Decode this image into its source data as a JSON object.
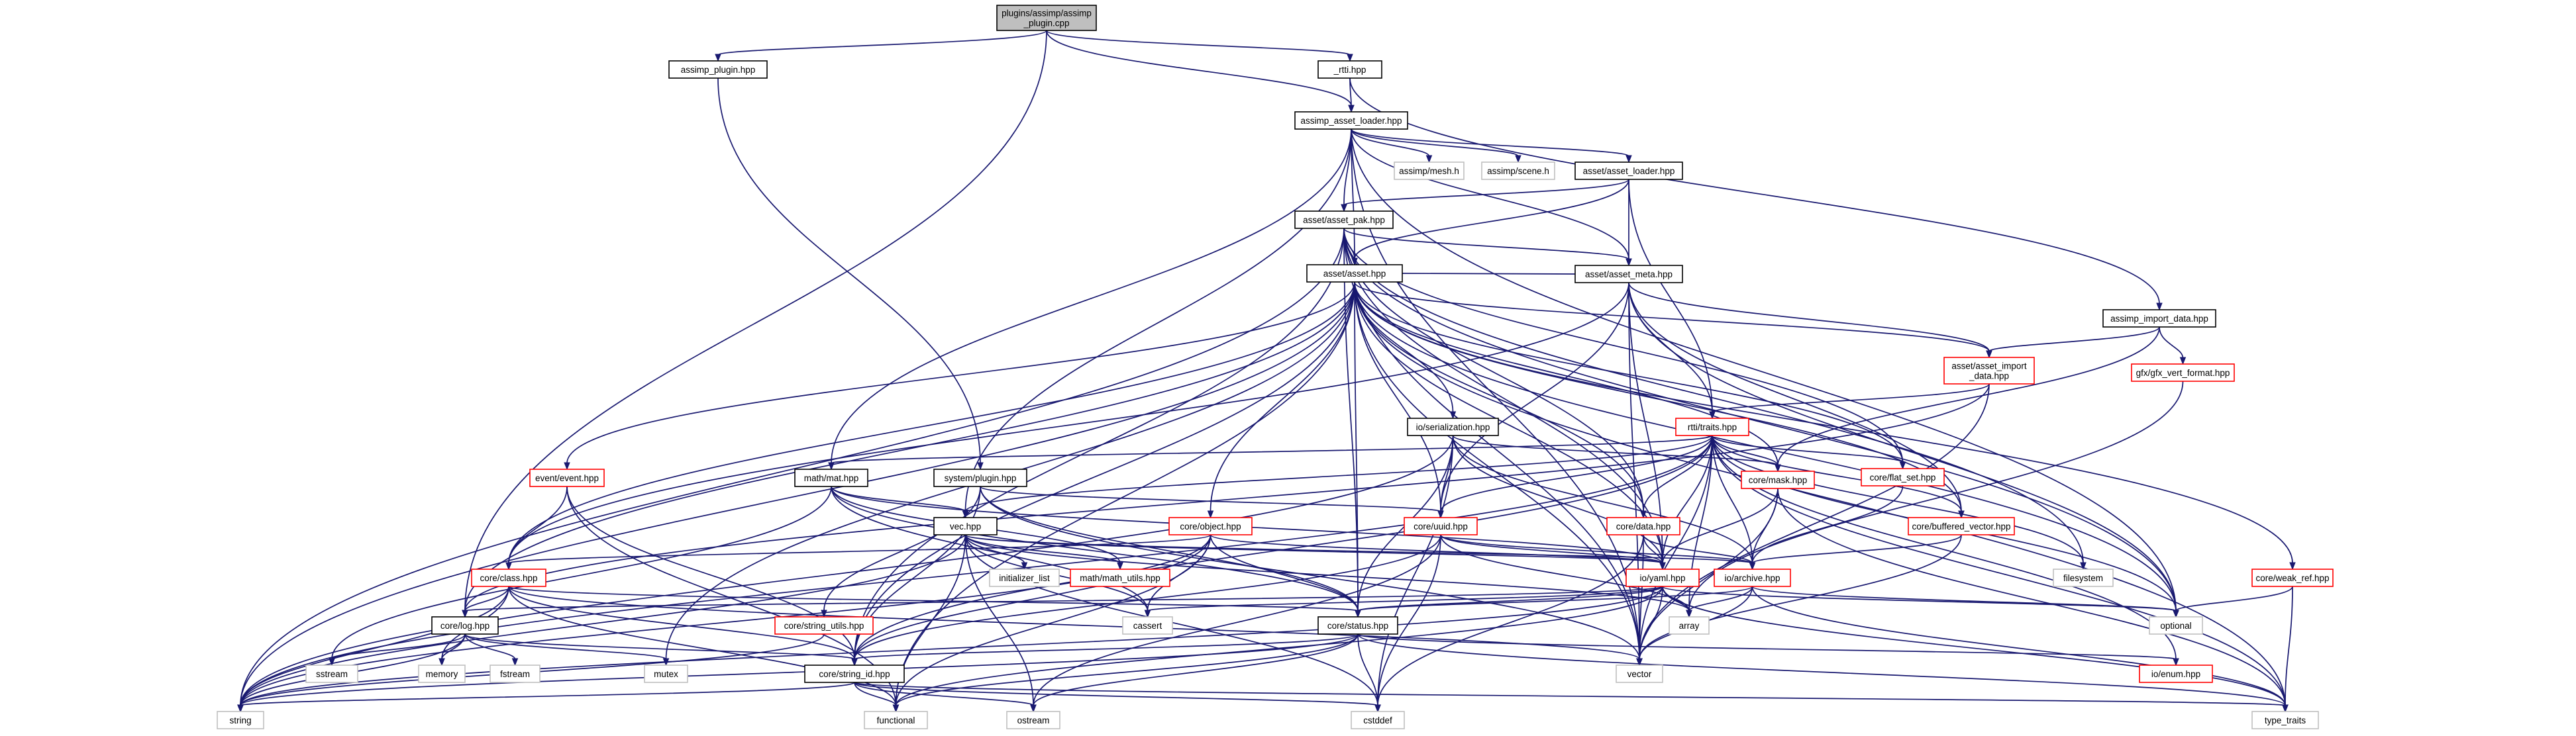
{
  "nodes": [
    {
      "id": "root",
      "lines": [
        "plugins/assimp/assimp",
        "_plugin.cpp"
      ],
      "style": "root"
    },
    {
      "id": "assimp_plugin",
      "lines": [
        "assimp_plugin.hpp"
      ],
      "style": "black"
    },
    {
      "id": "rtti",
      "lines": [
        "_rtti.hpp"
      ],
      "style": "black"
    },
    {
      "id": "assimp_asset_loader",
      "lines": [
        "assimp_asset_loader.hpp"
      ],
      "style": "black"
    },
    {
      "id": "assimp_mesh",
      "lines": [
        "assimp/mesh.h"
      ],
      "style": "grey"
    },
    {
      "id": "assimp_scene",
      "lines": [
        "assimp/scene.h"
      ],
      "style": "grey"
    },
    {
      "id": "asset_loader",
      "lines": [
        "asset/asset_loader.hpp"
      ],
      "style": "black"
    },
    {
      "id": "asset_pak",
      "lines": [
        "asset/asset_pak.hpp"
      ],
      "style": "black"
    },
    {
      "id": "asset_meta",
      "lines": [
        "asset/asset_meta.hpp"
      ],
      "style": "black"
    },
    {
      "id": "asset",
      "lines": [
        "asset/asset.hpp"
      ],
      "style": "black"
    },
    {
      "id": "assimp_import_data",
      "lines": [
        "assimp_import_data.hpp"
      ],
      "style": "black"
    },
    {
      "id": "asset_import_data",
      "lines": [
        "asset/asset_import",
        "_data.hpp"
      ],
      "style": "red"
    },
    {
      "id": "gfx_vert_format",
      "lines": [
        "gfx/gfx_vert_format.hpp"
      ],
      "style": "red"
    },
    {
      "id": "serialization",
      "lines": [
        "io/serialization.hpp"
      ],
      "style": "black"
    },
    {
      "id": "rtti_traits",
      "lines": [
        "rtti/traits.hpp"
      ],
      "style": "red"
    },
    {
      "id": "event",
      "lines": [
        "event/event.hpp"
      ],
      "style": "red"
    },
    {
      "id": "math_mat",
      "lines": [
        "math/mat.hpp"
      ],
      "style": "black"
    },
    {
      "id": "system_plugin",
      "lines": [
        "system/plugin.hpp"
      ],
      "style": "black"
    },
    {
      "id": "core_mask",
      "lines": [
        "core/mask.hpp"
      ],
      "style": "red"
    },
    {
      "id": "core_flat_set",
      "lines": [
        "core/flat_set.hpp"
      ],
      "style": "red"
    },
    {
      "id": "vec",
      "lines": [
        "vec.hpp"
      ],
      "style": "black"
    },
    {
      "id": "core_object",
      "lines": [
        "core/object.hpp"
      ],
      "style": "red"
    },
    {
      "id": "core_uuid",
      "lines": [
        "core/uuid.hpp"
      ],
      "style": "red"
    },
    {
      "id": "core_data",
      "lines": [
        "core/data.hpp"
      ],
      "style": "red"
    },
    {
      "id": "core_buffered_vector",
      "lines": [
        "core/buffered_vector.hpp"
      ],
      "style": "red"
    },
    {
      "id": "core_class",
      "lines": [
        "core/class.hpp"
      ],
      "style": "red"
    },
    {
      "id": "initializer_list",
      "lines": [
        "initializer_list"
      ],
      "style": "grey"
    },
    {
      "id": "math_utils",
      "lines": [
        "math/math_utils.hpp"
      ],
      "style": "red"
    },
    {
      "id": "io_yaml",
      "lines": [
        "io/yaml.hpp"
      ],
      "style": "red"
    },
    {
      "id": "io_archive",
      "lines": [
        "io/archive.hpp"
      ],
      "style": "red"
    },
    {
      "id": "filesystem",
      "lines": [
        "filesystem"
      ],
      "style": "grey"
    },
    {
      "id": "core_weak_ref",
      "lines": [
        "core/weak_ref.hpp"
      ],
      "style": "red"
    },
    {
      "id": "core_log",
      "lines": [
        "core/log.hpp"
      ],
      "style": "black"
    },
    {
      "id": "core_string_utils",
      "lines": [
        "core/string_utils.hpp"
      ],
      "style": "red"
    },
    {
      "id": "cassert",
      "lines": [
        "cassert"
      ],
      "style": "grey"
    },
    {
      "id": "core_status",
      "lines": [
        "core/status.hpp"
      ],
      "style": "black"
    },
    {
      "id": "array",
      "lines": [
        "array"
      ],
      "style": "grey"
    },
    {
      "id": "optional",
      "lines": [
        "optional"
      ],
      "style": "grey"
    },
    {
      "id": "sstream",
      "lines": [
        "sstream"
      ],
      "style": "grey"
    },
    {
      "id": "memory",
      "lines": [
        "memory"
      ],
      "style": "grey"
    },
    {
      "id": "fstream",
      "lines": [
        "fstream"
      ],
      "style": "grey"
    },
    {
      "id": "mutex",
      "lines": [
        "mutex"
      ],
      "style": "grey"
    },
    {
      "id": "vector",
      "lines": [
        "vector"
      ],
      "style": "grey"
    },
    {
      "id": "io_enum",
      "lines": [
        "io/enum.hpp"
      ],
      "style": "red"
    },
    {
      "id": "core_string_id",
      "lines": [
        "core/string_id.hpp"
      ],
      "style": "black"
    },
    {
      "id": "string",
      "lines": [
        "string"
      ],
      "style": "grey"
    },
    {
      "id": "functional",
      "lines": [
        "functional"
      ],
      "style": "grey"
    },
    {
      "id": "ostream",
      "lines": [
        "ostream"
      ],
      "style": "grey"
    },
    {
      "id": "cstddef",
      "lines": [
        "cstddef"
      ],
      "style": "grey"
    },
    {
      "id": "type_traits",
      "lines": [
        "type_traits"
      ],
      "style": "grey"
    }
  ],
  "edges": [
    [
      "root",
      "assimp_plugin"
    ],
    [
      "root",
      "rtti"
    ],
    [
      "root",
      "assimp_asset_loader"
    ],
    [
      "root",
      "core_log"
    ],
    [
      "assimp_plugin",
      "system_plugin"
    ],
    [
      "rtti",
      "assimp_asset_loader"
    ],
    [
      "rtti",
      "assimp_import_data"
    ],
    [
      "assimp_asset_loader",
      "assimp_mesh"
    ],
    [
      "assimp_asset_loader",
      "assimp_scene"
    ],
    [
      "assimp_asset_loader",
      "asset_loader"
    ],
    [
      "assimp_asset_loader",
      "asset_pak"
    ],
    [
      "assimp_asset_loader",
      "asset_meta"
    ],
    [
      "assimp_asset_loader",
      "asset"
    ],
    [
      "assimp_asset_loader",
      "math_mat"
    ],
    [
      "assimp_asset_loader",
      "vec"
    ],
    [
      "assimp_asset_loader",
      "optional"
    ],
    [
      "assimp_asset_loader",
      "vector"
    ],
    [
      "asset_loader",
      "asset_pak"
    ],
    [
      "asset_loader",
      "asset_meta"
    ],
    [
      "asset_loader",
      "asset"
    ],
    [
      "asset_loader",
      "rtti_traits"
    ],
    [
      "asset_pak",
      "asset_meta"
    ],
    [
      "asset_pak",
      "asset"
    ],
    [
      "asset_pak",
      "core_status"
    ],
    [
      "asset_pak",
      "core_string_id"
    ],
    [
      "asset_pak",
      "io_yaml"
    ],
    [
      "asset_pak",
      "core_data"
    ],
    [
      "asset_pak",
      "string"
    ],
    [
      "asset_pak",
      "vector"
    ],
    [
      "asset_pak",
      "filesystem"
    ],
    [
      "asset_pak",
      "optional"
    ],
    [
      "asset_pak",
      "core_flat_set"
    ],
    [
      "asset_meta",
      "asset"
    ],
    [
      "asset_meta",
      "asset_import_data"
    ],
    [
      "asset_meta",
      "rtti_traits"
    ],
    [
      "asset_meta",
      "io_yaml"
    ],
    [
      "asset_meta",
      "core_uuid"
    ],
    [
      "asset_meta",
      "core_class"
    ],
    [
      "asset_meta",
      "optional"
    ],
    [
      "asset_meta",
      "vector"
    ],
    [
      "asset_meta",
      "core_buffered_vector"
    ],
    [
      "asset",
      "serialization"
    ],
    [
      "asset",
      "asset_import_data"
    ],
    [
      "asset",
      "core_object"
    ],
    [
      "asset",
      "core_uuid"
    ],
    [
      "asset",
      "core_class"
    ],
    [
      "asset",
      "core_log"
    ],
    [
      "asset",
      "core_status"
    ],
    [
      "asset",
      "core_string_id"
    ],
    [
      "asset",
      "core_data"
    ],
    [
      "asset",
      "event"
    ],
    [
      "asset",
      "core_mask"
    ],
    [
      "asset",
      "core_flat_set"
    ],
    [
      "asset",
      "core_buffered_vector"
    ],
    [
      "asset",
      "core_weak_ref"
    ],
    [
      "asset",
      "io_yaml"
    ],
    [
      "asset",
      "string"
    ],
    [
      "asset",
      "type_traits"
    ],
    [
      "asset",
      "optional"
    ],
    [
      "asset",
      "functional"
    ],
    [
      "asset",
      "mutex"
    ],
    [
      "asset",
      "vector"
    ],
    [
      "assimp_import_data",
      "asset_import_data"
    ],
    [
      "assimp_import_data",
      "gfx_vert_format"
    ],
    [
      "assimp_import_data",
      "core_mask"
    ],
    [
      "asset_import_data",
      "rtti_traits"
    ],
    [
      "asset_import_data",
      "vector"
    ],
    [
      "asset_import_data",
      "core_log"
    ],
    [
      "gfx_vert_format",
      "array"
    ],
    [
      "serialization",
      "io_yaml"
    ],
    [
      "serialization",
      "io_archive"
    ],
    [
      "serialization",
      "core_status"
    ],
    [
      "serialization",
      "core_mask"
    ],
    [
      "serialization",
      "core_uuid"
    ],
    [
      "serialization",
      "string"
    ],
    [
      "serialization",
      "cstddef"
    ],
    [
      "rtti_traits",
      "core_mask"
    ],
    [
      "rtti_traits",
      "core_flat_set"
    ],
    [
      "rtti_traits",
      "core_buffered_vector"
    ],
    [
      "rtti_traits",
      "core_data"
    ],
    [
      "rtti_traits",
      "core_uuid"
    ],
    [
      "rtti_traits",
      "io_yaml"
    ],
    [
      "rtti_traits",
      "io_archive"
    ],
    [
      "rtti_traits",
      "vec"
    ],
    [
      "rtti_traits",
      "math_mat"
    ],
    [
      "rtti_traits",
      "io_enum"
    ],
    [
      "rtti_traits",
      "array"
    ],
    [
      "rtti_traits",
      "optional"
    ],
    [
      "rtti_traits",
      "vector"
    ],
    [
      "rtti_traits",
      "type_traits"
    ],
    [
      "rtti_traits",
      "filesystem"
    ],
    [
      "rtti_traits",
      "string"
    ],
    [
      "rtti_traits",
      "core_string_id"
    ],
    [
      "event",
      "core_class"
    ],
    [
      "event",
      "core_string_id"
    ],
    [
      "event",
      "functional"
    ],
    [
      "math_mat",
      "vec"
    ],
    [
      "math_mat",
      "math_utils"
    ],
    [
      "math_mat",
      "cassert"
    ],
    [
      "math_mat",
      "sstream"
    ],
    [
      "math_mat",
      "core_status"
    ],
    [
      "math_mat",
      "io_yaml"
    ],
    [
      "system_plugin",
      "core_status"
    ],
    [
      "system_plugin",
      "core_string_utils"
    ],
    [
      "system_plugin",
      "core_string_id"
    ],
    [
      "system_plugin",
      "core_uuid"
    ],
    [
      "system_plugin",
      "vector"
    ],
    [
      "core_mask",
      "io_yaml"
    ],
    [
      "core_mask",
      "io_archive"
    ],
    [
      "core_mask",
      "vector"
    ],
    [
      "core_mask",
      "type_traits"
    ],
    [
      "core_flat_set",
      "io_archive"
    ],
    [
      "vec",
      "initializer_list"
    ],
    [
      "vec",
      "math_utils"
    ],
    [
      "vec",
      "cassert"
    ],
    [
      "vec",
      "io_yaml"
    ],
    [
      "vec",
      "io_archive"
    ],
    [
      "vec",
      "ostream"
    ],
    [
      "vec",
      "string"
    ],
    [
      "vec",
      "functional"
    ],
    [
      "vec",
      "cstddef"
    ],
    [
      "vec",
      "array"
    ],
    [
      "core_object",
      "core_class"
    ],
    [
      "core_object",
      "core_status"
    ],
    [
      "core_object",
      "core_string_id"
    ],
    [
      "core_object",
      "io_yaml"
    ],
    [
      "core_object",
      "cassert"
    ],
    [
      "core_object",
      "string"
    ],
    [
      "core_object",
      "functional"
    ],
    [
      "core_uuid",
      "io_yaml"
    ],
    [
      "core_uuid",
      "io_archive"
    ],
    [
      "core_uuid",
      "core_string_id"
    ],
    [
      "core_uuid",
      "array"
    ],
    [
      "core_uuid",
      "ostream"
    ],
    [
      "core_uuid",
      "cstddef"
    ],
    [
      "core_data",
      "io_yaml"
    ],
    [
      "core_data",
      "io_archive"
    ],
    [
      "core_data",
      "vector"
    ],
    [
      "core_data",
      "cstddef"
    ],
    [
      "core_buffered_vector",
      "io_archive"
    ],
    [
      "core_buffered_vector",
      "vector"
    ],
    [
      "core_class",
      "core_log"
    ],
    [
      "core_class",
      "core_status"
    ],
    [
      "core_class",
      "core_string_id"
    ],
    [
      "core_class",
      "string"
    ],
    [
      "core_class",
      "memory"
    ],
    [
      "core_class",
      "functional"
    ],
    [
      "core_class",
      "vector"
    ],
    [
      "io_yaml",
      "core_status"
    ],
    [
      "io_yaml",
      "core_log"
    ],
    [
      "io_yaml",
      "array"
    ],
    [
      "io_yaml",
      "vector"
    ],
    [
      "io_yaml",
      "optional"
    ],
    [
      "io_yaml",
      "string"
    ],
    [
      "io_yaml",
      "cassert"
    ],
    [
      "io_yaml",
      "type_traits"
    ],
    [
      "io_yaml",
      "functional"
    ],
    [
      "io_archive",
      "core_status"
    ],
    [
      "io_archive",
      "array"
    ],
    [
      "io_archive",
      "vector"
    ],
    [
      "io_archive",
      "optional"
    ],
    [
      "io_archive",
      "type_traits"
    ],
    [
      "core_weak_ref",
      "optional"
    ],
    [
      "core_weak_ref",
      "type_traits"
    ],
    [
      "core_log",
      "sstream"
    ],
    [
      "core_log",
      "memory"
    ],
    [
      "core_log",
      "fstream"
    ],
    [
      "core_log",
      "mutex"
    ],
    [
      "core_log",
      "string"
    ],
    [
      "core_log",
      "core_string_id"
    ],
    [
      "core_string_utils",
      "string"
    ],
    [
      "core_status",
      "core_string_id"
    ],
    [
      "core_status",
      "io_enum"
    ],
    [
      "core_status",
      "string"
    ],
    [
      "core_status",
      "ostream"
    ],
    [
      "core_status",
      "functional"
    ],
    [
      "core_status",
      "cstddef"
    ],
    [
      "core_status",
      "type_traits"
    ],
    [
      "core_string_id",
      "string"
    ],
    [
      "core_string_id",
      "functional"
    ],
    [
      "core_string_id",
      "ostream"
    ],
    [
      "core_string_id",
      "cstddef"
    ],
    [
      "core_string_id",
      "type_traits"
    ]
  ]
}
